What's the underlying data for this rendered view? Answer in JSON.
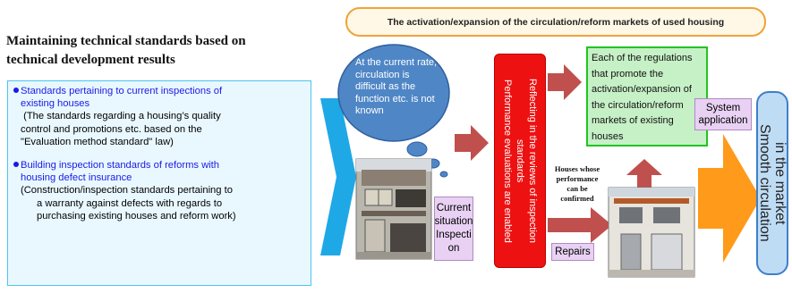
{
  "heading": {
    "line1": "Maintaining technical standards based on",
    "line2": "technical development results"
  },
  "top_banner": "The activation/expansion of the circulation/reform markets of used housing",
  "standards_box": {
    "item1_title_1": "Standards pertaining to current inspections of",
    "item1_title_2": "existing houses",
    "item1_desc_1": " (The standards regarding a housing’s quality",
    "item1_desc_2": "control and promotions etc. based on the",
    "item1_desc_3": "\"Evaluation method standard\" law)",
    "item2_title_1": "Building inspection standards of reforms with",
    "item2_title_2": "housing defect insurance",
    "item2_desc_1": "(Construction/inspection standards pertaining to",
    "item2_desc_2": "a warranty against defects with regards to",
    "item2_desc_3": "purchasing existing houses and reform work)"
  },
  "bubble": {
    "line1": "At the current rate,",
    "line2": "circulation is",
    "line3": "difficult as the",
    "line4": "function etc. is not",
    "line5": "known"
  },
  "red_box": {
    "col1": "Reflecting in the reviews of inspection",
    "col2": "standards",
    "col3": "Performance evaluations are enabled"
  },
  "inspection_box": {
    "line1": "Current",
    "line2": "situation",
    "line3": "Inspecti",
    "line4": "on"
  },
  "repairs_label": "Repairs",
  "confirm_label": {
    "line1": "Houses whose",
    "line2": "performance",
    "line3": "can be",
    "line4": "confirmed"
  },
  "regulations_box": {
    "line1": "Each of the regulations",
    "line2": "that promote the",
    "line3": "activation/expansion of",
    "line4": "the circulation/reform",
    "line5": "markets of existing",
    "line6": "houses"
  },
  "system_application": {
    "line1": "System",
    "line2": "application"
  },
  "smooth_box": {
    "line1": "Smooth circulation",
    "line2": "in the market"
  },
  "colors": {
    "blue_chevron": "#1fa8e6",
    "red_box": "#ee1111",
    "arrow_red": "#c0504d",
    "orange_arrow": "#ff9a1a",
    "green_border": "#21c421",
    "regulations_fill": "#c6f0c6",
    "smooth_fill": "#bfdcf5"
  }
}
